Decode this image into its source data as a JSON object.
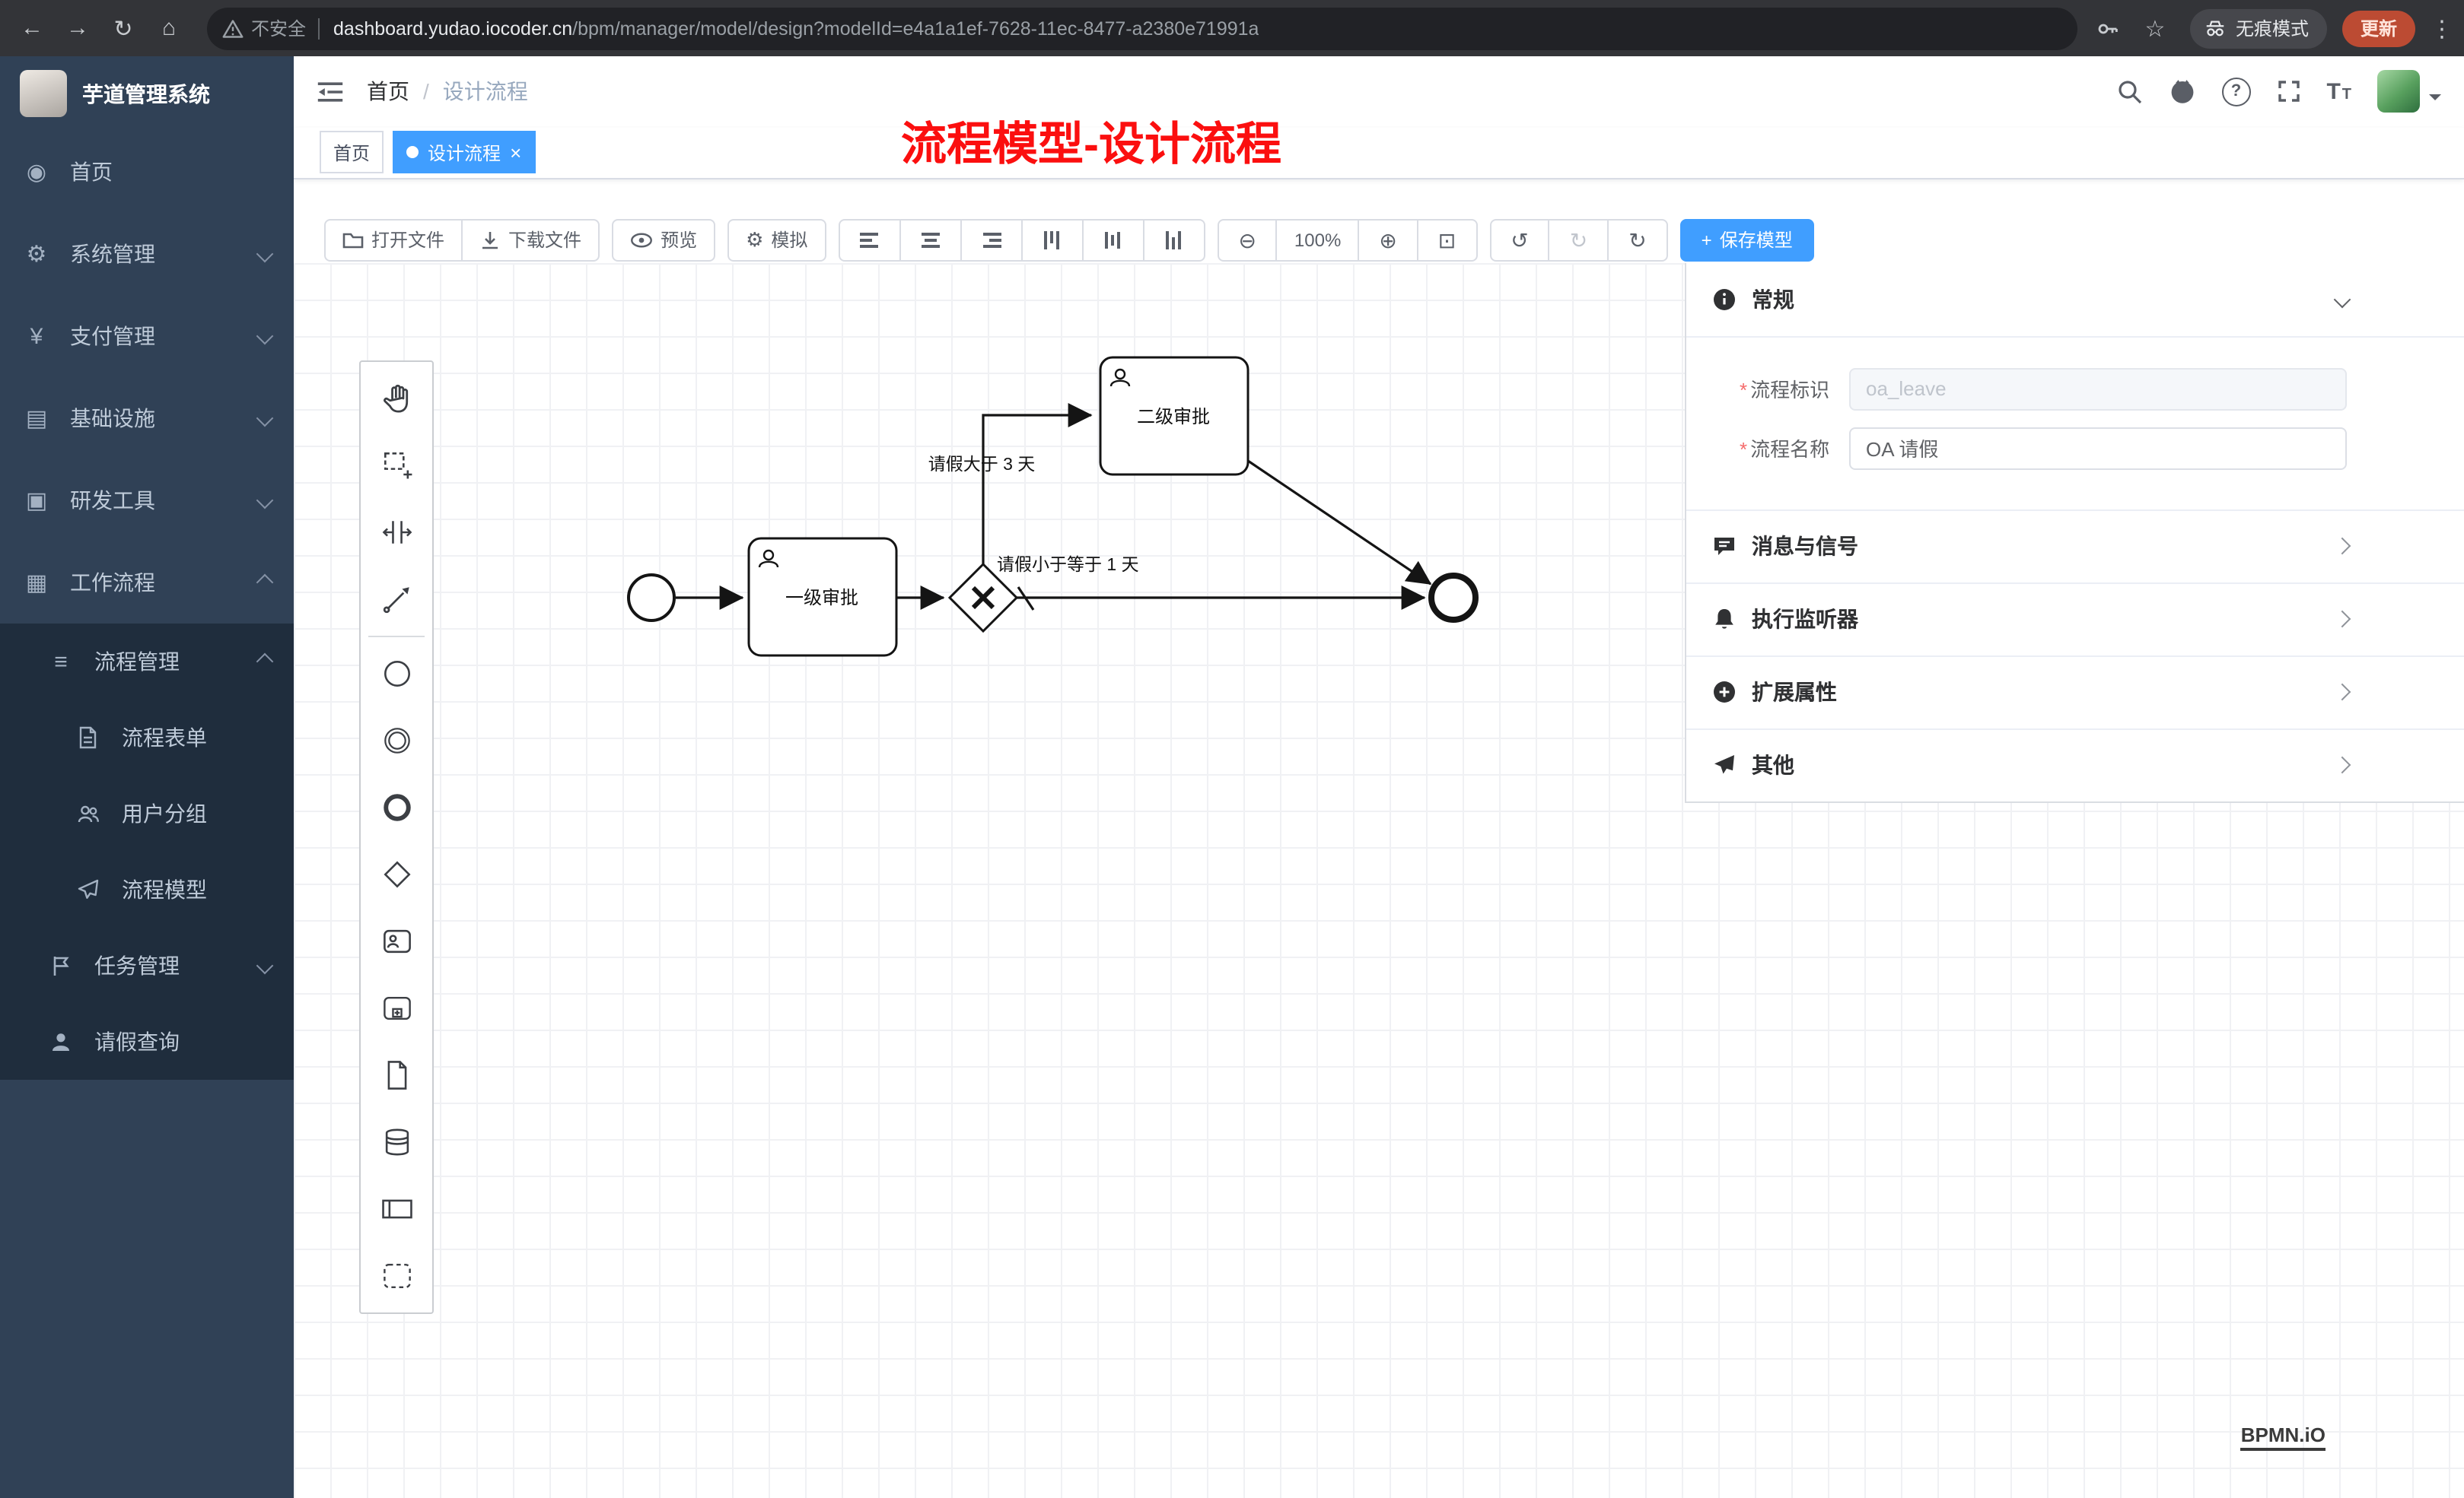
{
  "browser": {
    "security_label": "不安全",
    "url_host": "dashboard.yudao.iocoder.cn",
    "url_path": "/bpm/manager/model/design?modelId=e4a1a1ef-7628-11ec-8477-a2380e71991a",
    "incognito_label": "无痕模式",
    "update_label": "更新",
    "glyphs": {
      "back": "←",
      "forward": "→",
      "reload": "↻",
      "home": "⌂",
      "star": "☆",
      "dots": "⋮"
    }
  },
  "sidebar": {
    "app_title": "芋道管理系统",
    "items": [
      {
        "label": "首页",
        "glyph": "◉"
      },
      {
        "label": "系统管理",
        "glyph": "⚙"
      },
      {
        "label": "支付管理",
        "glyph": "¥"
      },
      {
        "label": "基础设施",
        "glyph": "▤"
      },
      {
        "label": "研发工具",
        "glyph": "▣"
      },
      {
        "label": "工作流程",
        "glyph": "▦"
      }
    ],
    "submenu": {
      "mgmt_glyph": "≡",
      "process_mgmt": "流程管理",
      "children": [
        {
          "label": "流程表单"
        },
        {
          "label": "用户分组"
        },
        {
          "label": "流程模型"
        }
      ],
      "task_mgmt": "任务管理",
      "leave_query": "请假查询"
    }
  },
  "header": {
    "breadcrumb_home": "首页",
    "breadcrumb_sep": "/",
    "breadcrumb_current": "设计流程",
    "question_glyph": "?",
    "font_glyph": "T"
  },
  "overlay_title": "流程模型-设计流程",
  "tags": [
    {
      "label": "首页"
    },
    {
      "label": "设计流程",
      "close": "×"
    }
  ],
  "toolbar": {
    "open": "打开文件",
    "download": "下载文件",
    "preview": "预览",
    "simulate": "模拟",
    "gear": "⚙",
    "zoom_out": "⊖",
    "zoom_level": "100%",
    "zoom_in": "⊕",
    "zoom_fit": "⊡",
    "undo": "↺",
    "redo": "↻",
    "redeploy": "↻",
    "save_plus": "+",
    "save": "保存模型"
  },
  "diagram": {
    "task1": "一级审批",
    "task2": "二级审批",
    "flow_gt": "请假大于 3 天",
    "flow_lte": "请假小于等于 1 天"
  },
  "props": {
    "general_title": "常规",
    "required_mark": "*",
    "fields": [
      {
        "label": "流程标识",
        "value": "oa_leave"
      },
      {
        "label": "流程名称",
        "value": "OA 请假"
      }
    ],
    "sections": [
      {
        "label": "消息与信号"
      },
      {
        "label": "执行监听器"
      },
      {
        "label": "扩展属性"
      },
      {
        "label": "其他"
      }
    ]
  },
  "watermark": "BPMN.iO"
}
